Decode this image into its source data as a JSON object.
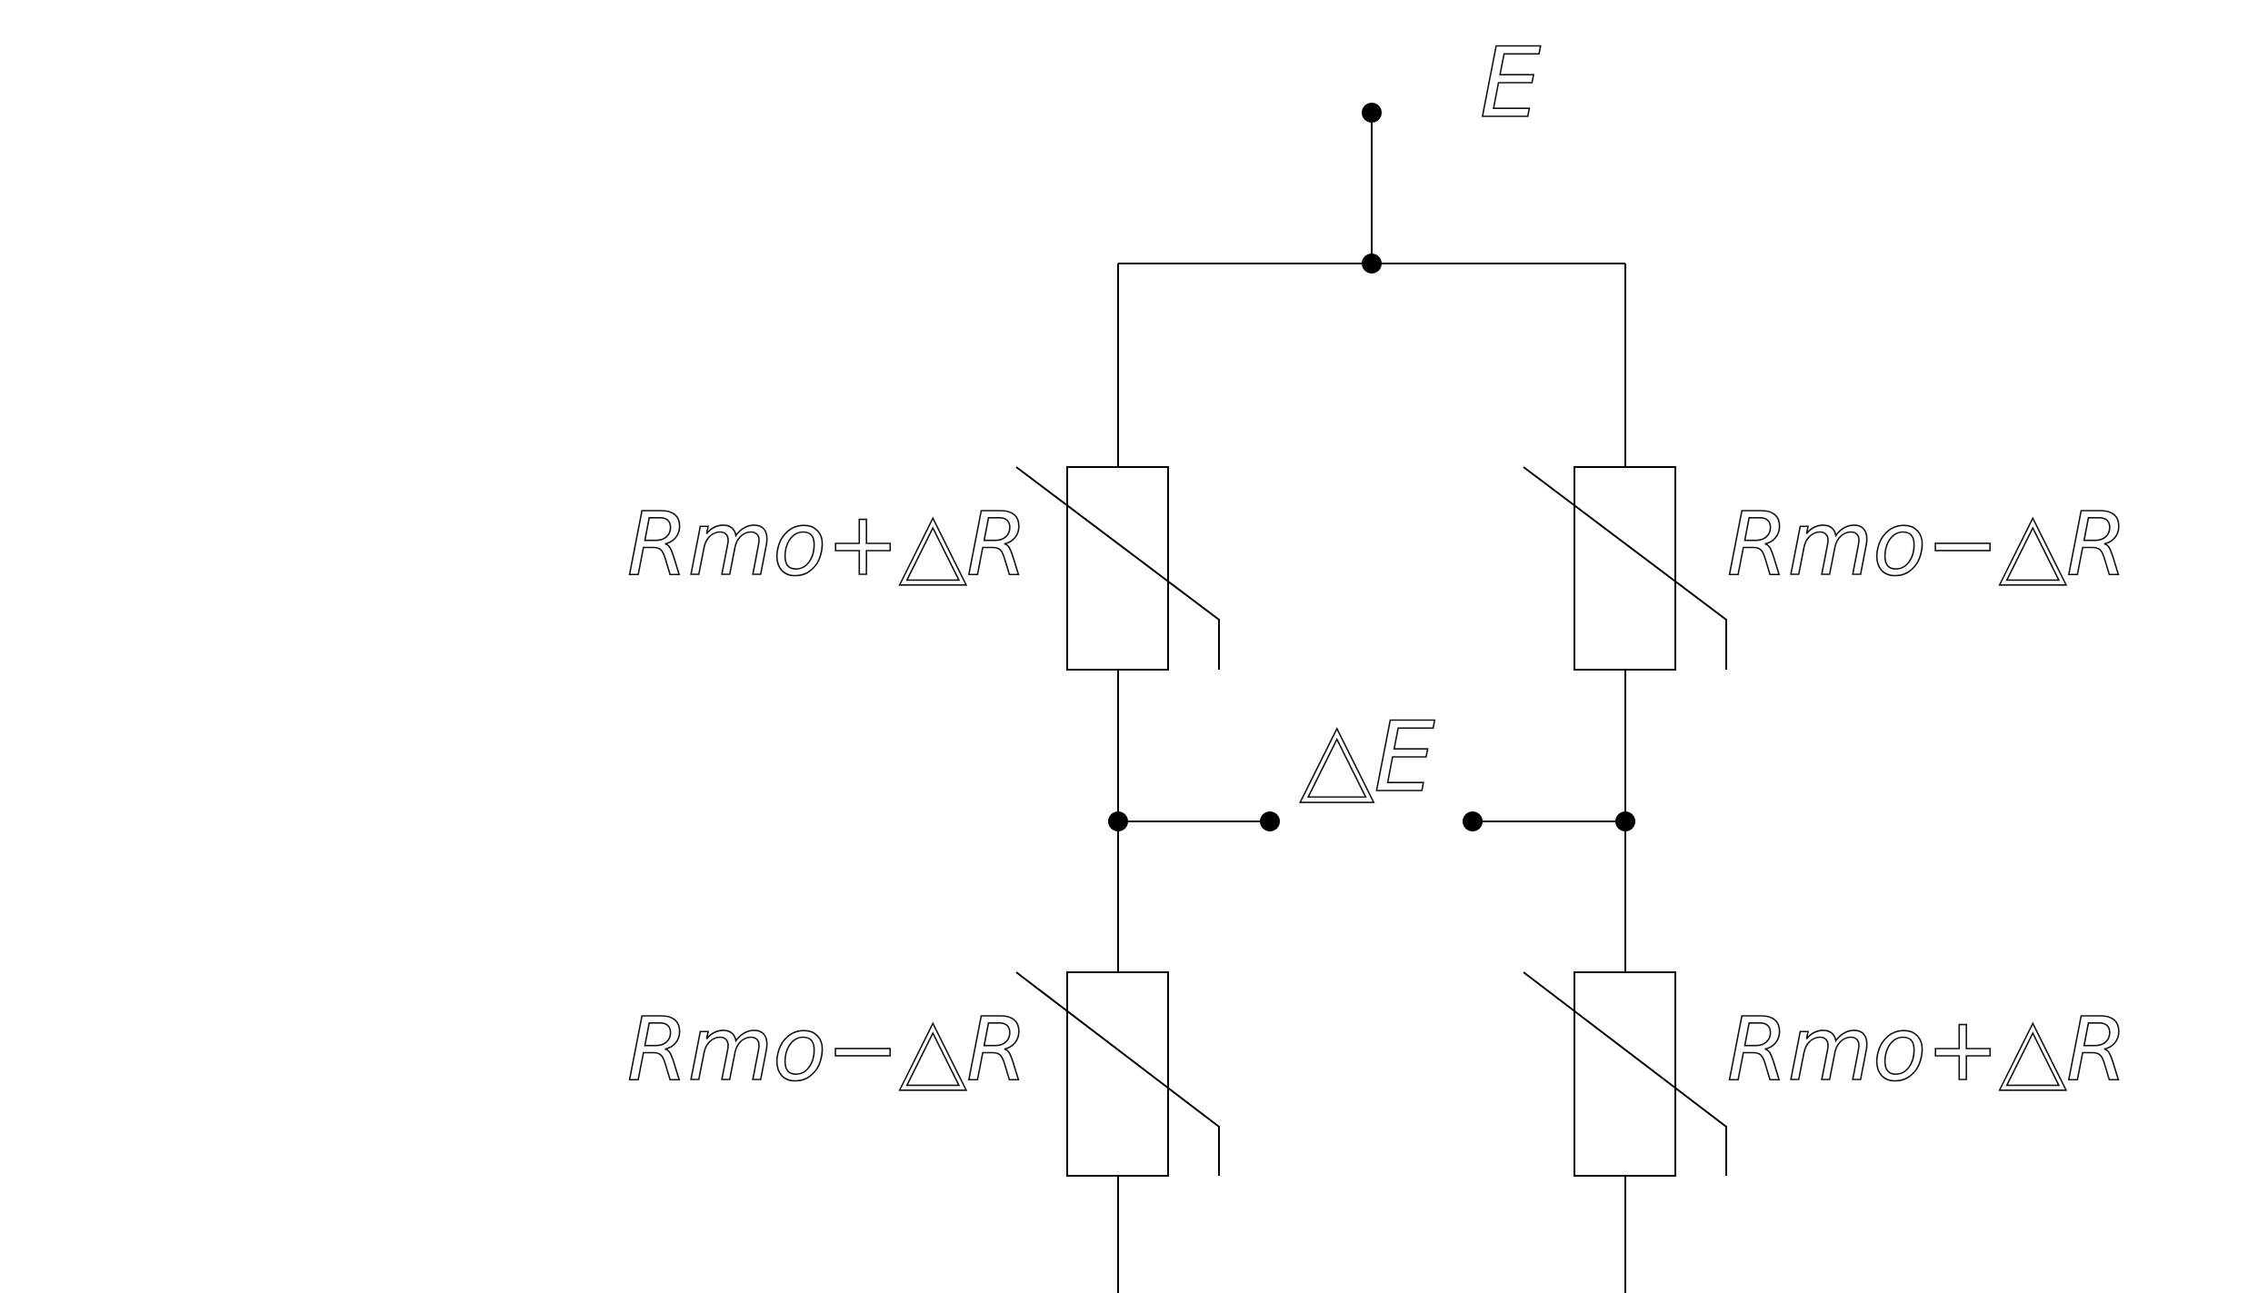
{
  "diagram": {
    "labels": {
      "supply": "E",
      "output": "△E",
      "r_top_left": "Rmo+△R",
      "r_top_right": "Rmo−△R",
      "r_bottom_left": "Rmo−△R",
      "r_bottom_right": "Rmo+△R"
    },
    "colors": {
      "line": "#000000",
      "background": "#ffffff"
    }
  }
}
